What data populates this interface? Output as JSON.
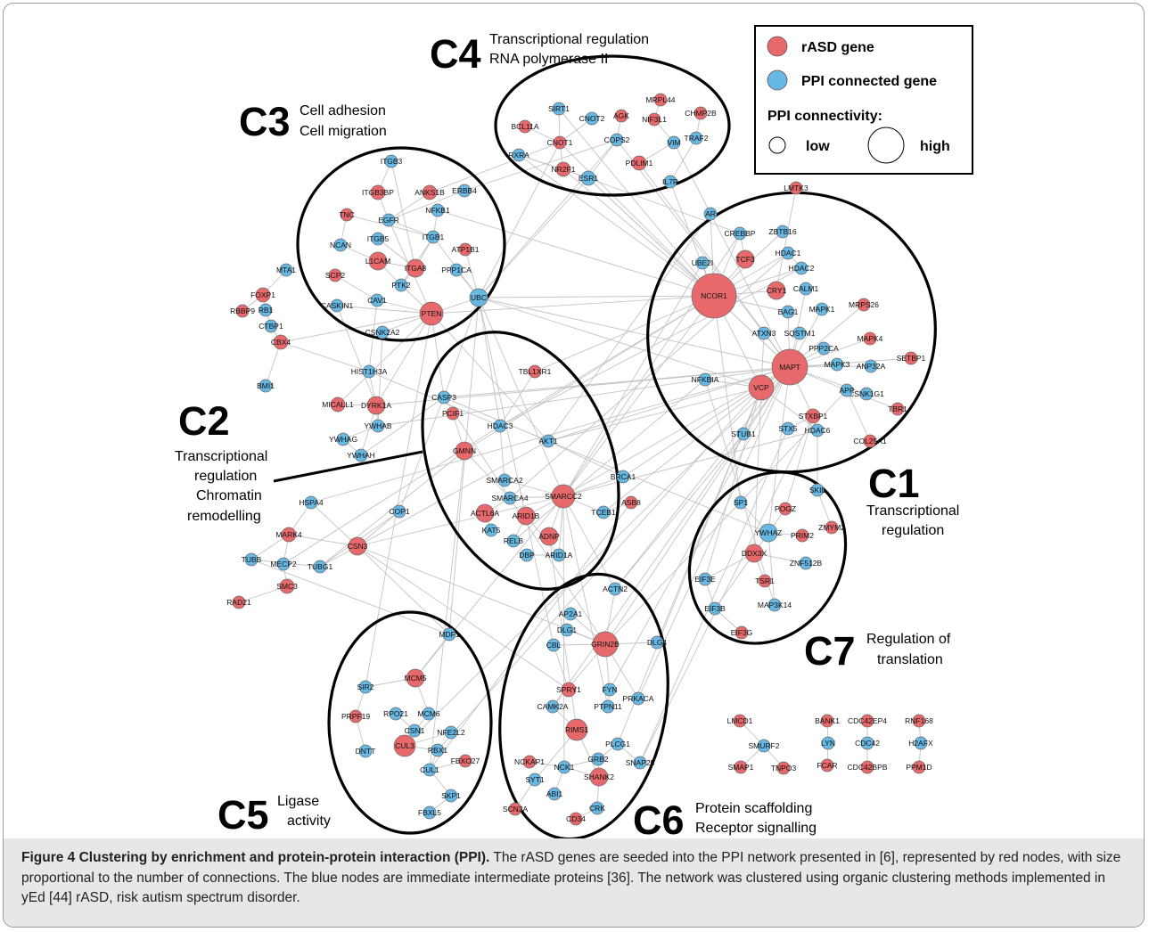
{
  "legend": {
    "rasd_label": "rASD gene",
    "ppi_label": "PPI connected gene",
    "connectivity_label": "PPI connectivity:",
    "low_label": "low",
    "high_label": "high"
  },
  "clusters": [
    {
      "id": "C1",
      "desc1": "Transcriptional",
      "desc2": "regulation"
    },
    {
      "id": "C2",
      "desc1": "Transcriptional",
      "desc2": "regulation",
      "desc3": "Chromatin",
      "desc4": "remodelling"
    },
    {
      "id": "C3",
      "desc1": "Cell adhesion",
      "desc2": "Cell migration"
    },
    {
      "id": "C4",
      "desc1": "Transcriptional regulation",
      "desc2": "RNA polymerase II"
    },
    {
      "id": "C5",
      "desc1": "Ligase",
      "desc2": "activity"
    },
    {
      "id": "C6",
      "desc1": "Protein scaffolding",
      "desc2": "Receptor signalling"
    },
    {
      "id": "C7",
      "desc1": "Regulation of",
      "desc2": "translation"
    }
  ],
  "colors": {
    "rasd": "#e8696b",
    "ppi": "#67b8e3",
    "edge": "#c4c4c4"
  },
  "nodes": [
    {
      "id": "SIRT1",
      "t": "b"
    },
    {
      "id": "CNOT2",
      "t": "b"
    },
    {
      "id": "AGK",
      "t": "r"
    },
    {
      "id": "NIF3L1",
      "t": "r"
    },
    {
      "id": "MRPL44",
      "t": "r"
    },
    {
      "id": "CHMP2B",
      "t": "r"
    },
    {
      "id": "BCL11A",
      "t": "r"
    },
    {
      "id": "CNOT1",
      "t": "r"
    },
    {
      "id": "COPS2",
      "t": "b"
    },
    {
      "id": "VIM",
      "t": "b"
    },
    {
      "id": "TRAF2",
      "t": "b"
    },
    {
      "id": "RXRA",
      "t": "b"
    },
    {
      "id": "NR2F1",
      "t": "r"
    },
    {
      "id": "PDLIM1",
      "t": "r"
    },
    {
      "id": "ESR1",
      "t": "b"
    },
    {
      "id": "IL7R",
      "t": "b"
    },
    {
      "id": "ITGB3",
      "t": "b"
    },
    {
      "id": "ITGB3BP",
      "t": "r"
    },
    {
      "id": "ANKS1B",
      "t": "r"
    },
    {
      "id": "ERBB4",
      "t": "b"
    },
    {
      "id": "TNC",
      "t": "r"
    },
    {
      "id": "EGFR",
      "t": "b"
    },
    {
      "id": "NFKB1",
      "t": "b"
    },
    {
      "id": "NCAN",
      "t": "b"
    },
    {
      "id": "ITGB5",
      "t": "b"
    },
    {
      "id": "ITGB1",
      "t": "b"
    },
    {
      "id": "ATP1B1",
      "t": "r"
    },
    {
      "id": "L1CAM",
      "t": "r"
    },
    {
      "id": "ITGA8",
      "t": "r"
    },
    {
      "id": "SCP2",
      "t": "r"
    },
    {
      "id": "PPP1CA",
      "t": "b"
    },
    {
      "id": "PTK2",
      "t": "b"
    },
    {
      "id": "UBC",
      "t": "b"
    },
    {
      "id": "CAV1",
      "t": "b"
    },
    {
      "id": "CASKIN1",
      "t": "b"
    },
    {
      "id": "PTEN",
      "t": "r"
    },
    {
      "id": "CSNK2A2",
      "t": "b"
    },
    {
      "id": "MTA1",
      "t": "b"
    },
    {
      "id": "FOXP1",
      "t": "r"
    },
    {
      "id": "RBBP9",
      "t": "r"
    },
    {
      "id": "RB1",
      "t": "b"
    },
    {
      "id": "CTBP1",
      "t": "b"
    },
    {
      "id": "CBX4",
      "t": "r"
    },
    {
      "id": "BMI1",
      "t": "b"
    },
    {
      "id": "LMTK3",
      "t": "r"
    },
    {
      "id": "AR",
      "t": "b"
    },
    {
      "id": "CREBBP",
      "t": "b"
    },
    {
      "id": "ZBTB16",
      "t": "b"
    },
    {
      "id": "HDAC1",
      "t": "b"
    },
    {
      "id": "TCF3",
      "t": "r"
    },
    {
      "id": "UBE2I",
      "t": "b"
    },
    {
      "id": "HDAC2",
      "t": "b"
    },
    {
      "id": "NCOR1",
      "t": "r"
    },
    {
      "id": "CRY1",
      "t": "r"
    },
    {
      "id": "CALM1",
      "t": "b"
    },
    {
      "id": "MRPS26",
      "t": "r"
    },
    {
      "id": "BAG1",
      "t": "b"
    },
    {
      "id": "MAPK1",
      "t": "b"
    },
    {
      "id": "ATXN3",
      "t": "b"
    },
    {
      "id": "SQSTM1",
      "t": "b"
    },
    {
      "id": "PPP2CA",
      "t": "b"
    },
    {
      "id": "MAPK4",
      "t": "r"
    },
    {
      "id": "SETBP1",
      "t": "r"
    },
    {
      "id": "MAPT",
      "t": "r"
    },
    {
      "id": "MAPK3",
      "t": "b"
    },
    {
      "id": "ANP32A",
      "t": "b"
    },
    {
      "id": "NFKBIA",
      "t": "b"
    },
    {
      "id": "VCP",
      "t": "r"
    },
    {
      "id": "CSNK1G1",
      "t": "b"
    },
    {
      "id": "APP",
      "t": "b"
    },
    {
      "id": "TBR1",
      "t": "r"
    },
    {
      "id": "STXBP1",
      "t": "r"
    },
    {
      "id": "STX5",
      "t": "b"
    },
    {
      "id": "HDAC6",
      "t": "b"
    },
    {
      "id": "STUB1",
      "t": "b"
    },
    {
      "id": "COL25A1",
      "t": "r"
    },
    {
      "id": "HIST1H3A",
      "t": "b"
    },
    {
      "id": "TBL1XR1",
      "t": "r"
    },
    {
      "id": "MICALL1",
      "t": "r"
    },
    {
      "id": "DYRK1A",
      "t": "r"
    },
    {
      "id": "CASP3",
      "t": "b"
    },
    {
      "id": "PCIF1",
      "t": "r"
    },
    {
      "id": "YWHAB",
      "t": "b"
    },
    {
      "id": "HDAC3",
      "t": "b"
    },
    {
      "id": "YWHAG",
      "t": "b"
    },
    {
      "id": "AKT1",
      "t": "b"
    },
    {
      "id": "YWHAH",
      "t": "b"
    },
    {
      "id": "GMNN",
      "t": "r"
    },
    {
      "id": "BRCA1",
      "t": "b"
    },
    {
      "id": "SMARCA2",
      "t": "b"
    },
    {
      "id": "SMARCC2",
      "t": "r"
    },
    {
      "id": "SMARCA4",
      "t": "b"
    },
    {
      "id": "ASB8",
      "t": "r"
    },
    {
      "id": "ACTL6A",
      "t": "r"
    },
    {
      "id": "ARID1B",
      "t": "r"
    },
    {
      "id": "TCEB1",
      "t": "b"
    },
    {
      "id": "KAT5",
      "t": "b"
    },
    {
      "id": "RELB",
      "t": "b"
    },
    {
      "id": "ADNP",
      "t": "r"
    },
    {
      "id": "DBP",
      "t": "b"
    },
    {
      "id": "ARID1A",
      "t": "b"
    },
    {
      "id": "HSPA4",
      "t": "b"
    },
    {
      "id": "COP1",
      "t": "b"
    },
    {
      "id": "MARK4",
      "t": "r"
    },
    {
      "id": "CSN3",
      "t": "r"
    },
    {
      "id": "TUBB",
      "t": "b"
    },
    {
      "id": "MECP2",
      "t": "b"
    },
    {
      "id": "TUBG1",
      "t": "b"
    },
    {
      "id": "SMC3",
      "t": "r"
    },
    {
      "id": "RAD21",
      "t": "r"
    },
    {
      "id": "SP1",
      "t": "b"
    },
    {
      "id": "POGZ",
      "t": "r"
    },
    {
      "id": "SKIL",
      "t": "b"
    },
    {
      "id": "ZMYM2",
      "t": "r"
    },
    {
      "id": "YWHAZ",
      "t": "b"
    },
    {
      "id": "PRIM2",
      "t": "r"
    },
    {
      "id": "DDX3X",
      "t": "r"
    },
    {
      "id": "ZNF512B",
      "t": "b"
    },
    {
      "id": "EIF3E",
      "t": "b"
    },
    {
      "id": "TSR1",
      "t": "r"
    },
    {
      "id": "EIF3B",
      "t": "b"
    },
    {
      "id": "MAP3K14",
      "t": "b"
    },
    {
      "id": "EIF3G",
      "t": "r"
    },
    {
      "id": "MDF1",
      "t": "b"
    },
    {
      "id": "MCM5",
      "t": "r"
    },
    {
      "id": "SIR2",
      "t": "b"
    },
    {
      "id": "PRPF19",
      "t": "r"
    },
    {
      "id": "RPO21",
      "t": "b"
    },
    {
      "id": "MCM6",
      "t": "b"
    },
    {
      "id": "CSN1",
      "t": "b"
    },
    {
      "id": "NFE2L2",
      "t": "b"
    },
    {
      "id": "DNTT",
      "t": "b"
    },
    {
      "id": "CUL3",
      "t": "r"
    },
    {
      "id": "RBX1",
      "t": "b"
    },
    {
      "id": "CUL1",
      "t": "b"
    },
    {
      "id": "FBXO27",
      "t": "r"
    },
    {
      "id": "SKP1",
      "t": "b"
    },
    {
      "id": "FBXL5",
      "t": "b"
    },
    {
      "id": "ACTN2",
      "t": "b"
    },
    {
      "id": "AP2A1",
      "t": "b"
    },
    {
      "id": "DLG1",
      "t": "b"
    },
    {
      "id": "GRIN2B",
      "t": "r"
    },
    {
      "id": "CBL",
      "t": "b"
    },
    {
      "id": "DLG4",
      "t": "b"
    },
    {
      "id": "SPRY1",
      "t": "r"
    },
    {
      "id": "FYN",
      "t": "b"
    },
    {
      "id": "CAMK2A",
      "t": "b"
    },
    {
      "id": "PTPN11",
      "t": "b"
    },
    {
      "id": "PRKACA",
      "t": "b"
    },
    {
      "id": "RIMS1",
      "t": "r"
    },
    {
      "id": "PLCG1",
      "t": "b"
    },
    {
      "id": "GRB2",
      "t": "b"
    },
    {
      "id": "SNAP25",
      "t": "b"
    },
    {
      "id": "NCKAP1",
      "t": "r"
    },
    {
      "id": "NCK1",
      "t": "b"
    },
    {
      "id": "SHANK2",
      "t": "r"
    },
    {
      "id": "SYT1",
      "t": "b"
    },
    {
      "id": "ABI1",
      "t": "b"
    },
    {
      "id": "SCN2A",
      "t": "r"
    },
    {
      "id": "CRK",
      "t": "b"
    },
    {
      "id": "CD34",
      "t": "r"
    },
    {
      "id": "LMCD1",
      "t": "r"
    },
    {
      "id": "SMURF2",
      "t": "b"
    },
    {
      "id": "SMAP1",
      "t": "r"
    },
    {
      "id": "TNPO3",
      "t": "r"
    },
    {
      "id": "BANK1",
      "t": "r"
    },
    {
      "id": "LYN",
      "t": "b"
    },
    {
      "id": "FCAR",
      "t": "r"
    },
    {
      "id": "CDC42EP4",
      "t": "r"
    },
    {
      "id": "CDC42",
      "t": "b"
    },
    {
      "id": "CDC42BPB",
      "t": "r"
    },
    {
      "id": "RNF168",
      "t": "r"
    },
    {
      "id": "H2AFX",
      "t": "b"
    },
    {
      "id": "PPM1D",
      "t": "r"
    }
  ],
  "caption": {
    "title": "Figure 4 Clustering by enrichment and protein-protein interaction (PPI).",
    "body": " The rASD genes are seeded into the PPI network presented in [6], represented by red nodes, with size proportional to the number of connections. The blue nodes are immediate intermediate proteins [36]. The network was clustered using organic clustering methods implemented in yEd [44] rASD, risk autism spectrum disorder."
  }
}
